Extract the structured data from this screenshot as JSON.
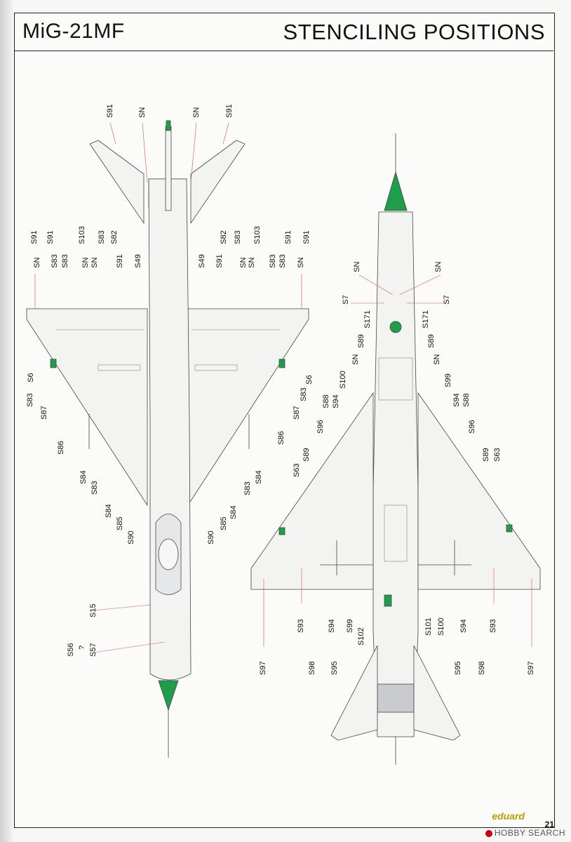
{
  "header": {
    "model": "MiG-21MF",
    "section": "STENCILING POSITIONS"
  },
  "footer": {
    "brand": "eduard",
    "page": "21",
    "watermark": "HOBBY SEARCH"
  },
  "colors": {
    "accent_green": "#1f9e4a",
    "leader_red": "#d9534f",
    "panel_line": "#9aa0a6",
    "skin": "#f3f3f1"
  },
  "top_view": {
    "labels_top": [
      "S91",
      "SN",
      "SN",
      "S91"
    ],
    "labels_wing_left": [
      "S91",
      "S91",
      "S103",
      "S83",
      "S82",
      "SN",
      "S83",
      "S83",
      "SN",
      "SN",
      "S91",
      "S49"
    ],
    "labels_wing_right": [
      "S82",
      "S83",
      "S103",
      "S91",
      "S91",
      "S49",
      "S91",
      "SN",
      "SN",
      "S83",
      "S83",
      "SN"
    ],
    "labels_side_left": [
      "S6",
      "S83",
      "S87",
      "S86",
      "S84",
      "S83",
      "S84",
      "S85",
      "S90"
    ],
    "labels_side_right": [
      "S6",
      "S83",
      "S87",
      "S86",
      "S84",
      "S83",
      "S84",
      "S85",
      "S90"
    ],
    "labels_nose": [
      "S15",
      "S56",
      "?",
      "S57"
    ]
  },
  "bottom_view": {
    "labels_nose": [
      "SN",
      "SN",
      "S7",
      "S7",
      "S171",
      "S171"
    ],
    "labels_center_left": [
      "S89",
      "SN",
      "S100",
      "S88",
      "S94",
      "S96",
      "S89",
      "S63"
    ],
    "labels_center_right": [
      "S89",
      "SN",
      "S99",
      "S94",
      "S88",
      "S96",
      "S89",
      "S63"
    ],
    "labels_bottom_left": [
      "S93",
      "S94",
      "S99",
      "S102",
      "S97",
      "S98",
      "S95"
    ],
    "labels_bottom_right": [
      "S101",
      "S100",
      "S94",
      "S93",
      "S95",
      "S98",
      "S97"
    ]
  }
}
